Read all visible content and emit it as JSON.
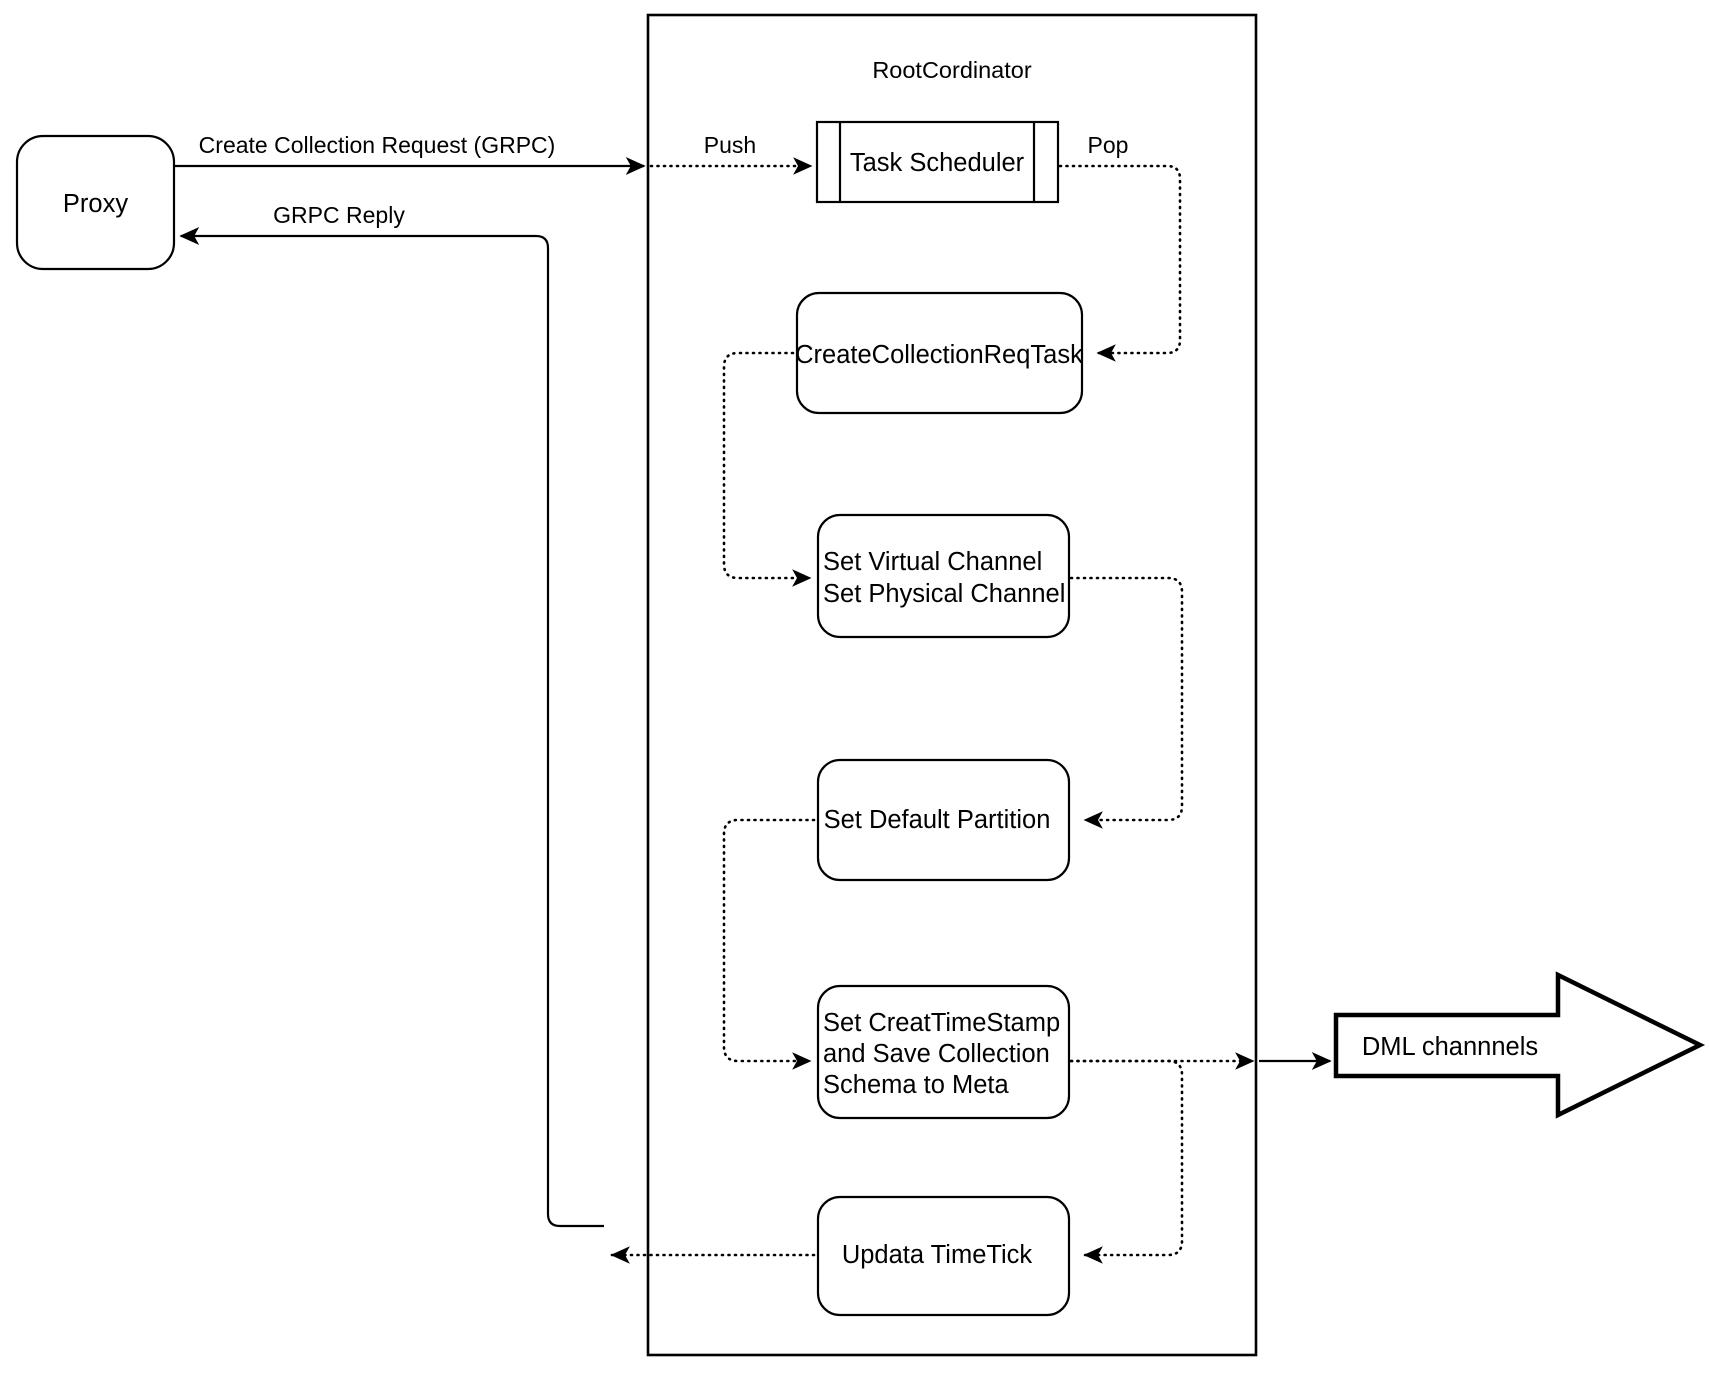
{
  "diagram": {
    "title": "RootCordinator",
    "nodes": {
      "proxy": {
        "label": "Proxy"
      },
      "task_scheduler": {
        "label": "Task Scheduler"
      },
      "create_collection_req_task": {
        "label": "CreateCollectionReqTask"
      },
      "set_channels": {
        "line1": "Set Virtual Channel",
        "line2": "Set Physical Channel"
      },
      "set_default_partition": {
        "label": "Set Default Partition"
      },
      "set_timestamp": {
        "line1": "Set CreatTimeStamp",
        "line2": "and Save Collection",
        "line3": "Schema to Meta"
      },
      "update_timetick": {
        "label": "Updata TimeTick"
      },
      "dml_channels": {
        "label": "DML channnels"
      }
    },
    "edges": {
      "create_collection_request": "Create Collection Request (GRPC)",
      "grpc_reply": "GRPC Reply",
      "push": "Push",
      "pop": "Pop"
    },
    "colors": {
      "stroke": "#000000",
      "fill": "#ffffff",
      "text": "#000000"
    }
  }
}
